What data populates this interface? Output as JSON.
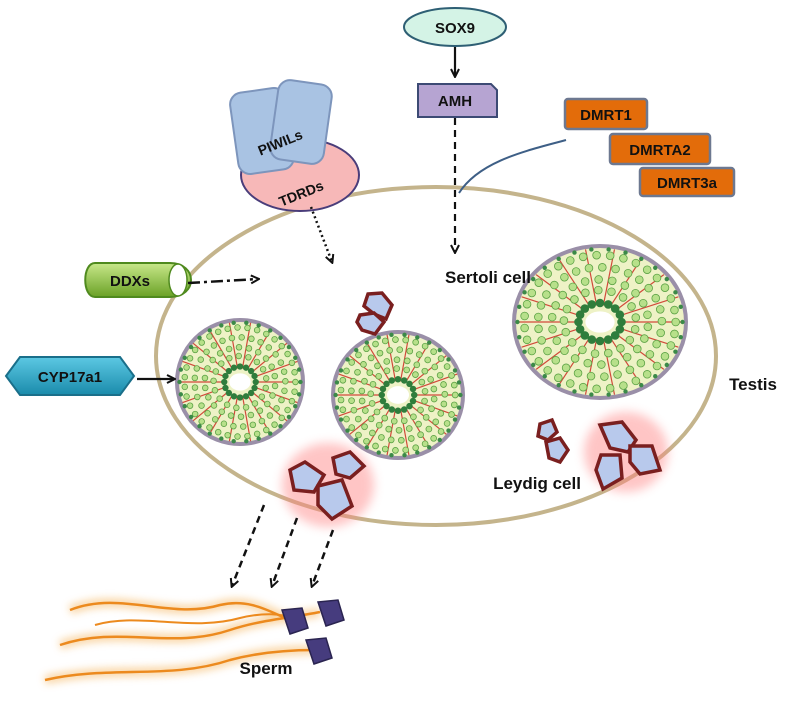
{
  "nodes": {
    "sox9": "SOX9",
    "amh": "AMH",
    "dmrt1": "DMRT1",
    "dmrta2": "DMRTA2",
    "dmrt3a": "DMRT3a",
    "piwils": "PIWILs",
    "tdrds": "TDRDs",
    "ddxs": "DDXs",
    "cyp17a1": "CYP17a1"
  },
  "labels": {
    "sertoli_cell": "Sertoli cell",
    "testis": "Testis",
    "leydig_cell": "Leydig cell",
    "sperm": "Sperm"
  },
  "colors": {
    "sox9_fill": "#d4f3e6",
    "amh_fill": "#b6a4d2",
    "dmrt_fill": "#e36c0a",
    "piwils_fill": "#a9c3e3",
    "tdrds_fill": "#f7b8b8",
    "ddxs_fill": "#8cc63f",
    "cyp17a1_fill": "#27a8c9",
    "testis_border": "#c4b48c",
    "tubule_fill": "#eef2c6",
    "leydig_outline": "#7a1f1f",
    "leydig_fill": "#b8c9ec",
    "sperm_tail": "#ec8a1e",
    "sperm_head": "#463c7e"
  }
}
